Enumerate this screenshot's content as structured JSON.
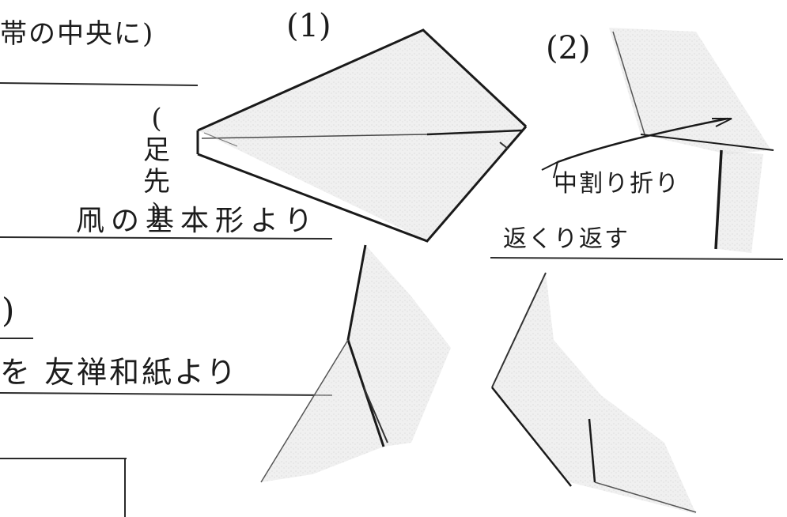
{
  "labels": {
    "top_left": "帯の中央に)",
    "base_shape": "凧の基本形より",
    "paren": ")",
    "fold_note": "を 友禅和紙より",
    "vertical_note": "(足先)",
    "nakawari": "中割り折り",
    "kaeshi": "返くり返す"
  },
  "steps": {
    "step1": "(1)",
    "step2": "(2)"
  },
  "colors": {
    "ink": "#1c1c1c",
    "paper_shade": "#d9d9d9"
  }
}
